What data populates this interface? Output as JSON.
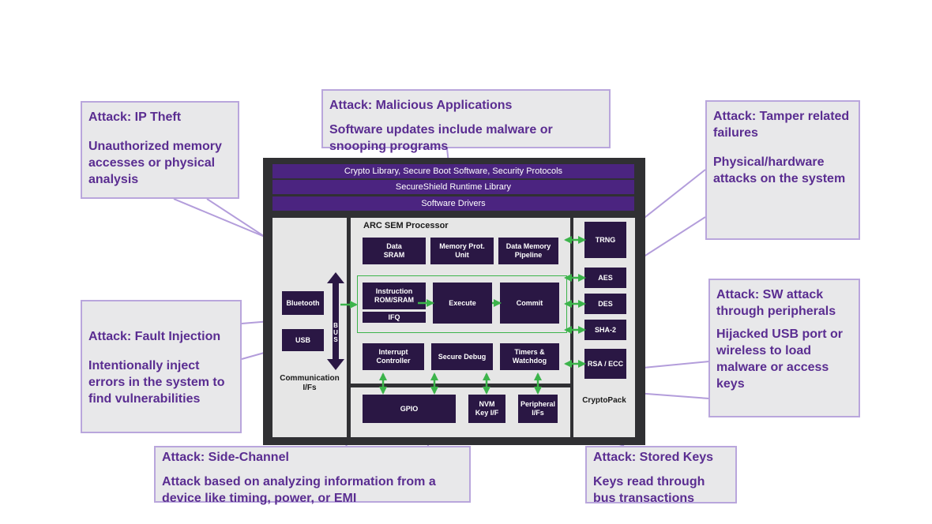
{
  "colors": {
    "callout_text": "#5a2d91",
    "callout_border": "#b9a6dc",
    "callout_bg": "#e8e8ea",
    "band": "#4b2480",
    "block": "#2a1744",
    "chip": "#303033",
    "panel": "#e6e6e6",
    "link_line": "#b39ddb",
    "arrow": "#3cb44b"
  },
  "software_layers": [
    "Crypto Library, Secure Boot Software, Security Protocols",
    "SecureShield Runtime Library",
    "Software Drivers"
  ],
  "processor": {
    "title": "ARC SEM Processor",
    "blocks": {
      "data_sram": "Data\nSRAM",
      "memory_prot": "Memory Prot.\nUnit",
      "data_memory_pipeline": "Data Memory\nPipeline",
      "instruction_rom": "Instruction\nROM/SRAM",
      "ifq": "IFQ",
      "execute": "Execute",
      "commit": "Commit",
      "interrupt_controller": "Interrupt\nController",
      "secure_debug": "Secure Debug",
      "timers_watchdog": "Timers &\nWatchdog"
    }
  },
  "communication": {
    "label": "Communication\nI/Fs",
    "bluetooth": "Bluetooth",
    "usb": "USB",
    "bus_label": "B\nU\nS"
  },
  "peripherals": {
    "gpio": "GPIO",
    "nvm": "NVM\nKey I/F",
    "peripheral_ifs": "Peripheral\nI/Fs"
  },
  "cryptopack": {
    "label": "CryptoPack",
    "items": [
      "TRNG",
      "AES",
      "DES",
      "SHA-2",
      "RSA / ECC"
    ]
  },
  "callouts": {
    "ip_theft": {
      "title": "Attack: IP Theft",
      "body": "Unauthorized memory accesses or physical analysis"
    },
    "malicious_apps": {
      "title": "Attack: Malicious Applications",
      "body": "Software updates include malware or snooping programs"
    },
    "tamper": {
      "title": "Attack: Tamper related failures",
      "body": "Physical/hardware attacks on the system"
    },
    "fault_injection": {
      "title": "Attack: Fault Injection",
      "body": "Intentionally inject errors in the system to find vulnerabilities"
    },
    "sw_peripherals": {
      "title": "Attack: SW attack through peripherals",
      "body": "Hijacked USB port or wireless to load malware or access keys"
    },
    "side_channel": {
      "title": "Attack: Side-Channel",
      "body": "Attack based on analyzing information from a device like timing, power, or EMI"
    },
    "stored_keys": {
      "title": "Attack: Stored Keys",
      "body": "Keys read through bus transactions"
    }
  }
}
